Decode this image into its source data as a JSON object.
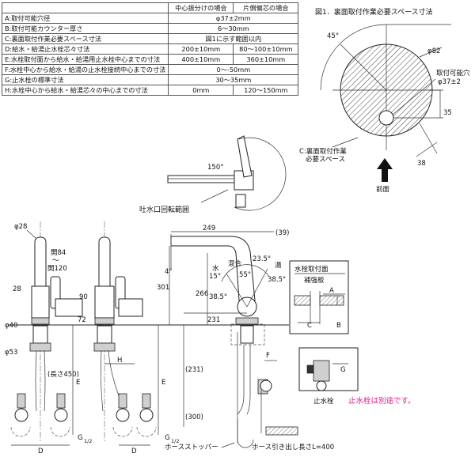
{
  "table": {
    "header": [
      "",
      "中心振分けの場合",
      "片側偏芯の場合"
    ],
    "rows": [
      {
        "label": "A:取付可能穴径",
        "v": [
          "φ37±2mm"
        ]
      },
      {
        "label": "B:取付可能カウンター厚さ",
        "v": [
          "6～30mm"
        ]
      },
      {
        "label": "C:裏面取付作業必要スペース寸法",
        "v": [
          "図1に示す範囲以内"
        ]
      },
      {
        "label": "D:給水・給湯止水栓芯々寸法",
        "v": [
          "200±10mm",
          "80～100±10mm"
        ]
      },
      {
        "label": "E:水栓取付面から給水・給湯用止水栓中心までの寸法",
        "v": [
          "400±10mm",
          "360±10mm"
        ]
      },
      {
        "label": "F:水栓中心から給水・給湯の止水栓接続中心までの寸法",
        "v": [
          "0～-50mm"
        ]
      },
      {
        "label": "G:止水栓の標準寸法",
        "v": [
          "30～35mm"
        ]
      },
      {
        "label": "H:水栓中心から給水・給湯芯々の中心までの寸法",
        "v": [
          "0mm",
          "120～150mm"
        ]
      }
    ]
  },
  "fig1": {
    "title": "図1．裏面取付作業必要スペース寸法",
    "angle": "45°",
    "dia": "φ82",
    "hole": "取付可能穴",
    "hole_dia": "φ37±2",
    "dim35": "35",
    "dim38": "38",
    "space1": "C:裏面取付作業",
    "space2": "必要スペース",
    "front": "前面"
  },
  "rotation": {
    "angle": "150°",
    "label": "吐水口回転範囲"
  },
  "front_view": {
    "d28": "φ28",
    "open": "開84",
    "tilde": "～",
    "open2": "開120",
    "n28": "28",
    "n90": "90",
    "n72": "72",
    "d40": "φ40",
    "d53": "φ53",
    "len": "(長さ450)",
    "E": "E",
    "D": "D",
    "H": "H",
    "G": "G",
    "half": "1/2"
  },
  "side_view": {
    "n249": "249",
    "n39": "(39)",
    "n4": "4°",
    "n301": "301",
    "n266": "266",
    "n231": "231",
    "n231b": "(231)",
    "n300": "(300)",
    "mizu": "水",
    "kongo": "混合",
    "yu": "湯",
    "a15": "15°",
    "a55": "55°",
    "a235": "23.5°",
    "a385": "38.5°",
    "F": "F",
    "hose_stopper": "ホースストッパー",
    "hose_len": "ホース引き出し長さL=400"
  },
  "detail": {
    "title": "水栓取付面",
    "plate": "補強板",
    "A": "A",
    "B": "B",
    "C": "C",
    "G": "G"
  },
  "valve": {
    "label": "止水栓",
    "note": "止水栓は別途です。",
    "note_color": "#e0188c"
  }
}
